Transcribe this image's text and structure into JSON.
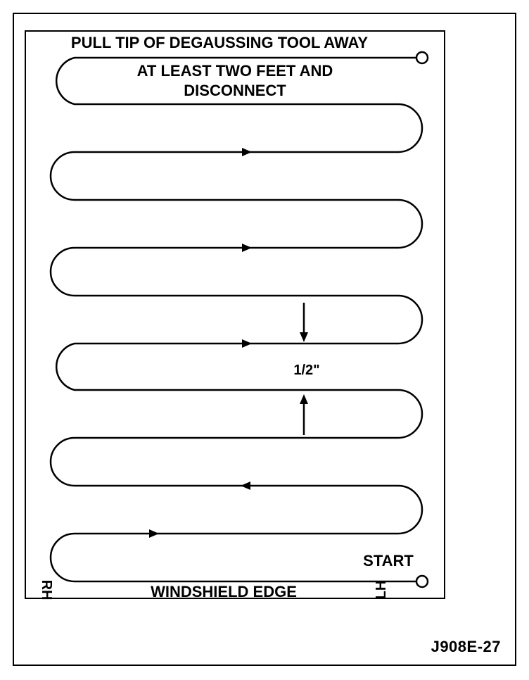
{
  "labels": {
    "instruction_line1": "PULL TIP OF DEGAUSSING TOOL AWAY",
    "instruction_line2": "AT LEAST TWO FEET AND",
    "instruction_line3": "DISCONNECT",
    "spacing": "1/2\"",
    "start": "START",
    "windshield_edge": "WINDSHIELD EDGE",
    "rh": "RH",
    "lh": "LH",
    "figure_id": "J908E-27"
  },
  "colors": {
    "line": "#000000",
    "background": "#ffffff"
  }
}
